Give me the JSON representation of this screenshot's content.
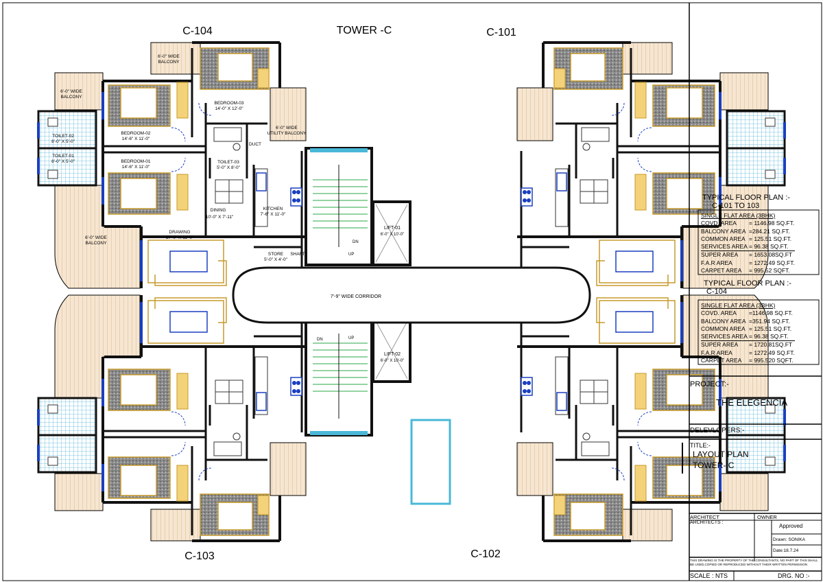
{
  "plan": {
    "tower_title": "TOWER -C",
    "flats": {
      "tl": "C-104",
      "tr": "C-101",
      "bl": "C-103",
      "br": "C-102"
    },
    "corridor": "7'-9\" WIDE CORRIDOR",
    "lift1": {
      "name": "LIFT-01",
      "dim": "6'-0\" X 10'-0\""
    },
    "lift2": {
      "name": "LIFT-02",
      "dim": "6'-0\" X 10'-0\""
    },
    "up": "UP",
    "dn": "DN",
    "rooms": {
      "bedroom1": "BEDROOM-01",
      "bedroom1_dim": "14'-6\" X 11'-0\"",
      "bedroom2": "BEDROOM-02",
      "bedroom2_dim": "14'-6\" X 11'-0\"",
      "bedroom3": "BEDROOM-03",
      "bedroom3_dim": "14'-0\" X 12'-0\"",
      "toilet1": "TOILET-01",
      "toilet2": "TOILET-02",
      "toilet_dim": "8'-0\" X 5'-0\"",
      "toilet3": "TOILET-03",
      "toilet3_dim": "5'-0\" X 8'-0\"",
      "kitchen": "KITCHEN",
      "kitchen_dim": "7'-6\" X 11'-0\"",
      "dining": "DINING",
      "dining_dim": "10'-0\" X 7'-11\"",
      "drawing": "DRAWING",
      "drawing_dim": "17'-0\" X 11'-0\"",
      "store": "STORE",
      "store_dim": "5'-0\" X 4'-0\"",
      "shaft": "SHAFT",
      "duct": "DUCT",
      "balcony_6": "6'-0\" WIDE",
      "balcony_word": "BALCONY",
      "utility_word": "UTILITY BALCONY"
    }
  },
  "title_block": {
    "box1": {
      "heading": "TYPICAL FLOOR PLAN :-",
      "sub": "C-101 TO 103",
      "area_title": "SINGLE FLAT AREA (3BHK)",
      "rows": [
        {
          "label": "COVD. AREA",
          "value": "= 1146.98 SQ.FT."
        },
        {
          "label": "BALCONY AREA",
          "value": "=284.21 SQ.FT."
        },
        {
          "label": "COMMON AREA",
          "value": "= 125.51 SQ.FT."
        },
        {
          "label": "SERVICES AREA",
          "value": "= 96.38 SQ.FT."
        },
        {
          "label": "SUPER AREA",
          "value": "= 1653.08SQ.FT"
        },
        {
          "label": "F.A.R AREA",
          "value": "= 1272.49 SQ.FT."
        },
        {
          "label": "CARPET AREA",
          "value": "= 995.52 SQFT."
        }
      ]
    },
    "box2": {
      "heading": "TYPICAL FLOOR PLAN :-",
      "sub": "C-104",
      "area_title": "SINGLE FLAT AREA (3BHK)",
      "rows": [
        {
          "label": "COVD. AREA",
          "value": "=1146.98 SQ.FT."
        },
        {
          "label": "BALCONY AREA",
          "value": "=351.94 SQ.FT."
        },
        {
          "label": "COMMON AREA",
          "value": "= 125.51 SQ.FT."
        },
        {
          "label": "SERVICES AREA",
          "value": "= 96.38 SQ.FT."
        },
        {
          "label": "SUPER AREA",
          "value": "= 1720.81SQ.FT"
        },
        {
          "label": "F.A.R AREA",
          "value": "= 1272.49 SQ.FT."
        },
        {
          "label": "CARPET AREA",
          "value": "= 995.520 SQFT."
        }
      ]
    },
    "project_label": "PROJECT:-",
    "project_name": "THE ELEGENCIA",
    "developers_label": "DELEVLOPERS:-",
    "title_label": "TITLE:-",
    "title_line1": "LAYOUT PLAN",
    "title_line2": "TOWER- C",
    "architect_label": "ARCHITECT",
    "architects_label": "ARCHITECTS :",
    "owner_label": "OWNER",
    "approved": "Approved",
    "drawn": "Drawn: SONIKA",
    "date": "Date:18.7.24",
    "note": "THIS DRAWING IS THE PROPERTY OF THE CONSULTANTS, NO PART OF THIS SHALL BE USED,COPIED OR REPRODUCED WITHOUT THEIR WRITTEN PERMISSION",
    "scale": "SCALE : NTS",
    "drg_no": "DRG. NO :-"
  },
  "colors": {
    "wall": "#111111",
    "furniture": "#c79a2a",
    "door": "#1a3fbf",
    "glass": "#49b8d8",
    "balcony_fill": "#f3e2cc",
    "stair": "#28a745"
  }
}
